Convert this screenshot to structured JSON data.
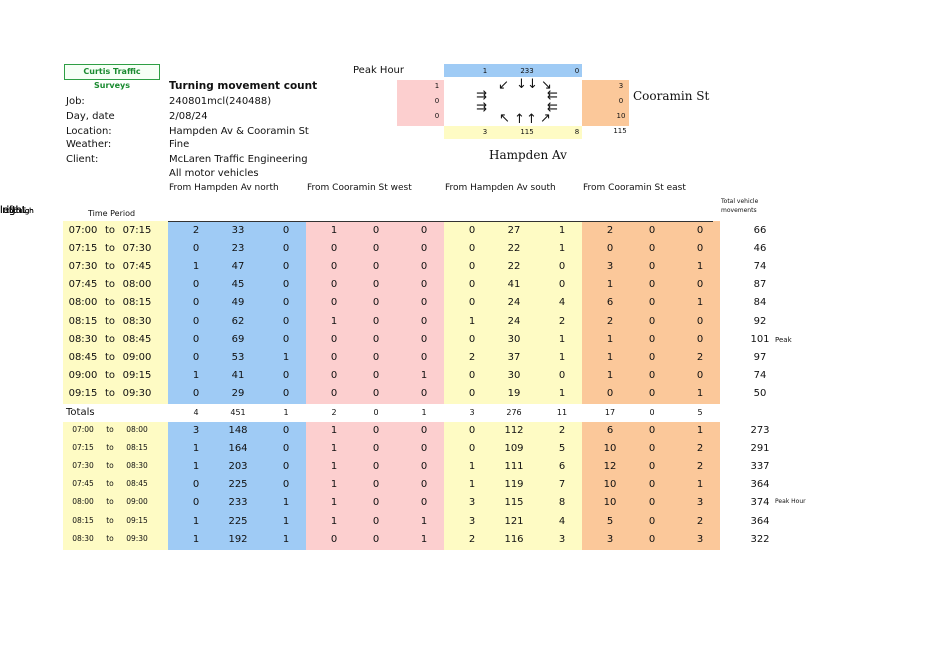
{
  "company": "Curtis Traffic Surveys",
  "title": "Turning movement count",
  "meta": [
    {
      "label": "Job:",
      "value": "240801mcl(240488)"
    },
    {
      "label": "Day, date",
      "value": "2/08/24"
    },
    {
      "label": "Location:",
      "value": "Hampden Av & Cooramin St"
    },
    {
      "label": "Weather:",
      "value": "Fine"
    },
    {
      "label": "Client:",
      "value": "McLaren Traffic Engineering"
    },
    {
      "label": "",
      "value": "All motor vehicles"
    }
  ],
  "diagram": {
    "peak_hour_label": "Peak Hour",
    "north": [
      "1",
      "233",
      "0"
    ],
    "west": [
      "1",
      "0",
      "0"
    ],
    "east": [
      "3",
      "0",
      "10"
    ],
    "south": [
      "3",
      "115",
      "8"
    ],
    "east_extra": "115",
    "east_street": "Cooramin St",
    "south_street": "Hampden Av"
  },
  "approaches": [
    "From Hampden Av north",
    "From Cooramin St west",
    "From Hampden Av south",
    "From Cooramin St east"
  ],
  "movement_labels": [
    "left",
    "through",
    "right"
  ],
  "time_period_label": "Time Period",
  "total_label": "Total vehicle movements",
  "to_word": "to",
  "rows_15min": [
    {
      "from": "07:00",
      "to": "07:15",
      "v": [
        2,
        33,
        0,
        1,
        0,
        0,
        0,
        27,
        1,
        2,
        0,
        0
      ],
      "total": 66,
      "note": ""
    },
    {
      "from": "07:15",
      "to": "07:30",
      "v": [
        0,
        23,
        0,
        0,
        0,
        0,
        0,
        22,
        1,
        0,
        0,
        0
      ],
      "total": 46,
      "note": ""
    },
    {
      "from": "07:30",
      "to": "07:45",
      "v": [
        1,
        47,
        0,
        0,
        0,
        0,
        0,
        22,
        0,
        3,
        0,
        1
      ],
      "total": 74,
      "note": ""
    },
    {
      "from": "07:45",
      "to": "08:00",
      "v": [
        0,
        45,
        0,
        0,
        0,
        0,
        0,
        41,
        0,
        1,
        0,
        0
      ],
      "total": 87,
      "note": ""
    },
    {
      "from": "08:00",
      "to": "08:15",
      "v": [
        0,
        49,
        0,
        0,
        0,
        0,
        0,
        24,
        4,
        6,
        0,
        1
      ],
      "total": 84,
      "note": ""
    },
    {
      "from": "08:15",
      "to": "08:30",
      "v": [
        0,
        62,
        0,
        1,
        0,
        0,
        1,
        24,
        2,
        2,
        0,
        0
      ],
      "total": 92,
      "note": ""
    },
    {
      "from": "08:30",
      "to": "08:45",
      "v": [
        0,
        69,
        0,
        0,
        0,
        0,
        0,
        30,
        1,
        1,
        0,
        0
      ],
      "total": 101,
      "note": "Peak"
    },
    {
      "from": "08:45",
      "to": "09:00",
      "v": [
        0,
        53,
        1,
        0,
        0,
        0,
        2,
        37,
        1,
        1,
        0,
        2
      ],
      "total": 97,
      "note": ""
    },
    {
      "from": "09:00",
      "to": "09:15",
      "v": [
        1,
        41,
        0,
        0,
        0,
        1,
        0,
        30,
        0,
        1,
        0,
        0
      ],
      "total": 74,
      "note": ""
    },
    {
      "from": "09:15",
      "to": "09:30",
      "v": [
        0,
        29,
        0,
        0,
        0,
        0,
        0,
        19,
        1,
        0,
        0,
        1
      ],
      "total": 50,
      "note": ""
    }
  ],
  "totals": {
    "label": "Totals",
    "v": [
      4,
      451,
      1,
      2,
      0,
      1,
      3,
      276,
      11,
      17,
      0,
      5
    ]
  },
  "rows_hourly": [
    {
      "from": "07:00",
      "to": "08:00",
      "v": [
        3,
        148,
        0,
        1,
        0,
        0,
        0,
        112,
        2,
        6,
        0,
        1
      ],
      "total": 273,
      "note": ""
    },
    {
      "from": "07:15",
      "to": "08:15",
      "v": [
        1,
        164,
        0,
        1,
        0,
        0,
        0,
        109,
        5,
        10,
        0,
        2
      ],
      "total": 291,
      "note": ""
    },
    {
      "from": "07:30",
      "to": "08:30",
      "v": [
        1,
        203,
        0,
        1,
        0,
        0,
        1,
        111,
        6,
        12,
        0,
        2
      ],
      "total": 337,
      "note": ""
    },
    {
      "from": "07:45",
      "to": "08:45",
      "v": [
        0,
        225,
        0,
        1,
        0,
        0,
        1,
        119,
        7,
        10,
        0,
        1
      ],
      "total": 364,
      "note": ""
    },
    {
      "from": "08:00",
      "to": "09:00",
      "v": [
        0,
        233,
        1,
        1,
        0,
        0,
        3,
        115,
        8,
        10,
        0,
        3
      ],
      "total": 374,
      "note": "Peak Hour"
    },
    {
      "from": "08:15",
      "to": "09:15",
      "v": [
        1,
        225,
        1,
        1,
        0,
        1,
        3,
        121,
        4,
        5,
        0,
        2
      ],
      "total": 364,
      "note": ""
    },
    {
      "from": "08:30",
      "to": "09:30",
      "v": [
        1,
        192,
        1,
        0,
        0,
        1,
        2,
        116,
        3,
        3,
        0,
        3
      ],
      "total": 322,
      "note": ""
    }
  ]
}
